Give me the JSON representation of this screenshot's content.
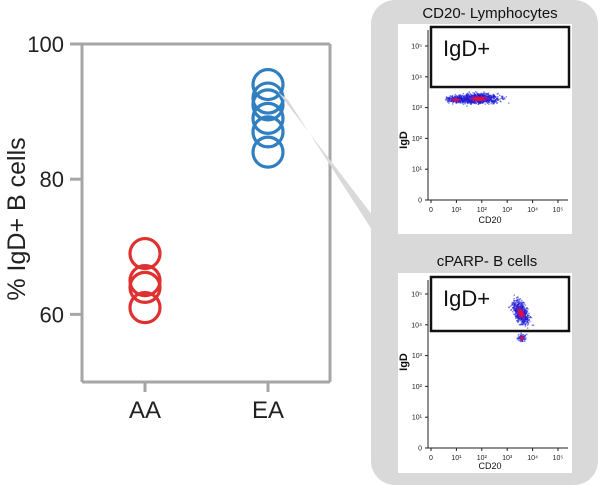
{
  "chart_data": [
    {
      "type": "scatter",
      "ylabel": "% IgD+ B cells",
      "ylim": [
        50,
        100
      ],
      "yticks": [
        60,
        80,
        100
      ],
      "categories": [
        "AA",
        "EA"
      ],
      "grid": false,
      "series": [
        {
          "category": "AA",
          "color": "#e03131",
          "values": [
            69,
            65,
            64,
            61
          ]
        },
        {
          "category": "EA",
          "color": "#2f7fc1",
          "values": [
            94,
            92,
            91,
            89,
            87,
            84
          ]
        }
      ]
    },
    {
      "type": "scatter",
      "title": "CD20- Lymphocytes",
      "xlabel": "CD20",
      "ylabel": "IgD",
      "gate_label": "IgD+",
      "xticks": [
        "0",
        "10¹",
        "10²",
        "10³",
        "10⁴",
        "10⁵"
      ],
      "yticks": [
        "0",
        "10¹",
        "10²",
        "10³",
        "10⁴",
        "10⁵"
      ]
    },
    {
      "type": "scatter",
      "title": "cPARP- B cells",
      "xlabel": "CD20",
      "ylabel": "IgD",
      "gate_label": "IgD+",
      "xticks": [
        "0",
        "10¹",
        "10²",
        "10³",
        "10⁴",
        "10⁵"
      ],
      "yticks": [
        "0",
        "10¹",
        "10²",
        "10³",
        "10⁴",
        "10⁵"
      ]
    }
  ],
  "colors": {
    "panel_bg": "#d9d9d9",
    "axis": "#a6a6a6",
    "density_low": "#1b1bd6",
    "density_high": "#e0103a"
  }
}
